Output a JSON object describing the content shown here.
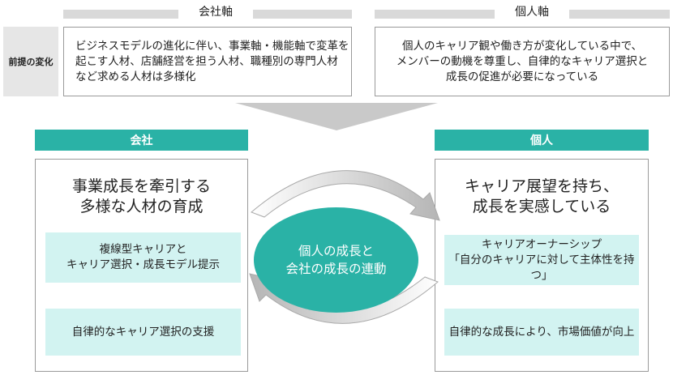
{
  "axes": {
    "company_label": "会社軸",
    "individual_label": "個人軸"
  },
  "premise": {
    "label": "前提の変化",
    "company_text": "ビジネスモデルの進化に伴い、事業軸・機能軸で変革を\n起こす人材、店舗経営を担う人材、職種別の専門人材\nなど求める人材は多様化",
    "individual_text": "個人のキャリア観や働き方が変化している中で、\nメンバーの動機を尊重し、自律的なキャリア選択と\n成長の促進が必要になっている"
  },
  "company": {
    "header": "会社",
    "heading": "事業成長を牽引する\n多様な人材の育成",
    "points": [
      "複線型キャリアと\nキャリア選択・成長モデル提示",
      "自律的なキャリア選択の支援"
    ]
  },
  "individual": {
    "header": "個人",
    "heading": "キャリア展望を持ち、\n成長を実感している",
    "points": [
      "キャリアオーナーシップ\n「自分のキャリアに対して主体性を持つ」",
      "自律的な成長により、市場価値が向上"
    ]
  },
  "center": {
    "text": "個人の成長と\n会社の成長の連動"
  },
  "colors": {
    "accent": "#2ab2a6",
    "light_accent": "#d2f3f1",
    "axis_bar": "#d9d9d9",
    "arrow": "#c9c9c9"
  }
}
